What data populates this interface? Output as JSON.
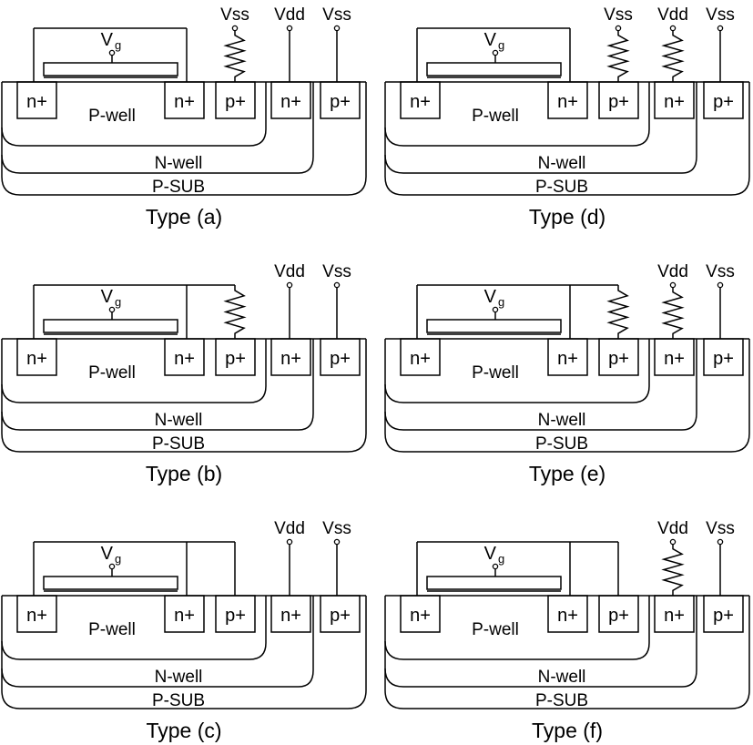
{
  "labels": {
    "n_plus": "n+",
    "p_plus": "p+",
    "p_well": "P-well",
    "n_well": "N-well",
    "p_sub": "P-SUB",
    "vg_main": "V",
    "vg_sub": "g"
  },
  "panels": [
    {
      "id": "a",
      "title": "Type (a)",
      "top": [
        {
          "kind": "vss_res",
          "label": "Vss"
        },
        {
          "kind": "vdd",
          "label": "Vdd"
        },
        {
          "kind": "vss",
          "label": "Vss"
        }
      ],
      "frame_ext": false
    },
    {
      "id": "b",
      "title": "Type (b)",
      "top": [
        {
          "kind": "res_to_frame",
          "label": ""
        },
        {
          "kind": "vdd",
          "label": "Vdd"
        },
        {
          "kind": "vss",
          "label": "Vss"
        }
      ],
      "frame_ext": true
    },
    {
      "id": "c",
      "title": "Type (c)",
      "top": [
        {
          "kind": "frame_wire",
          "label": ""
        },
        {
          "kind": "vdd",
          "label": "Vdd"
        },
        {
          "kind": "vss",
          "label": "Vss"
        }
      ],
      "frame_ext": true
    },
    {
      "id": "d",
      "title": "Type (d)",
      "top": [
        {
          "kind": "vss_res",
          "label": "Vss"
        },
        {
          "kind": "vdd_res",
          "label": "Vdd"
        },
        {
          "kind": "vss",
          "label": "Vss"
        }
      ],
      "frame_ext": false
    },
    {
      "id": "e",
      "title": "Type (e)",
      "top": [
        {
          "kind": "res_to_frame",
          "label": ""
        },
        {
          "kind": "vdd_res",
          "label": "Vdd"
        },
        {
          "kind": "vss",
          "label": "Vss"
        }
      ],
      "frame_ext": true
    },
    {
      "id": "f",
      "title": "Type (f)",
      "top": [
        {
          "kind": "frame_wire",
          "label": ""
        },
        {
          "kind": "vdd_res",
          "label": "Vdd"
        },
        {
          "kind": "vss",
          "label": "Vss"
        }
      ],
      "frame_ext": true
    }
  ]
}
